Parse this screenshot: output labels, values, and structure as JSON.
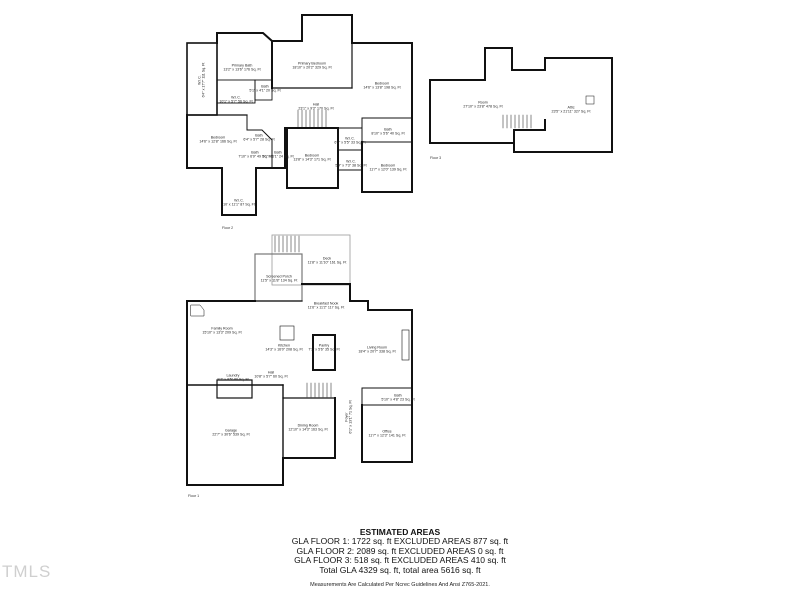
{
  "watermark": "TMLS",
  "floors": [
    {
      "label": "Floor 1",
      "rooms": [
        {
          "name": "Deck",
          "dims": "11'8\" x 11'10\" 161 Sq. Ft"
        },
        {
          "name": "Screened Porch",
          "dims": "11'5\" x 11'8\" 134 Sq. Ft"
        },
        {
          "name": "Breakfast Nook",
          "dims": "11'6\" x 11'2\" 117 Sq. Ft"
        },
        {
          "name": "Family Room",
          "dims": "15'10\" x 13'3\" 209 Sq. Ft"
        },
        {
          "name": "Kitchen",
          "dims": "14'3\" x 16'0\" 208 Sq. Ft"
        },
        {
          "name": "Pantry",
          "dims": "7'1\" x 5'6\" 35 Sq. Ft"
        },
        {
          "name": "Living Room",
          "dims": "18'4\" x 20'7\" 338 Sq. Ft"
        },
        {
          "name": "Laundry",
          "dims": "9'7\" x 8'5\" 80 Sq. Ft"
        },
        {
          "name": "Hall",
          "dims": "10'8\" x 5'7\" 60 Sq. Ft"
        },
        {
          "name": "Garage",
          "dims": "22'7\" x 30'6\" 539 Sq. Ft"
        },
        {
          "name": "Dining Room",
          "dims": "12'10\" x 14'3\" 163 Sq. Ft"
        },
        {
          "name": "Foyer",
          "dims": "6'1\" x 13'1\" 71 Sq. Ft"
        },
        {
          "name": "Bath",
          "dims": "5'10\" x 4'8\" 23 Sq. Ft"
        },
        {
          "name": "Office",
          "dims": "11'7\" x 12'3\" 141 Sq. Ft"
        }
      ]
    },
    {
      "label": "Floor 2",
      "rooms": [
        {
          "name": "W.I.C.",
          "dims": "6'4\" x 17'7\" 111 Sq. Ft"
        },
        {
          "name": "Primary Bath",
          "dims": "13'2\" x 13'6\" 176 Sq. Ft"
        },
        {
          "name": "Primary Bedroom",
          "dims": "18'10\" x 20'2\" 329 Sq. Ft"
        },
        {
          "name": "Bedroom",
          "dims": "14'6\" x 13'8\" 198 Sq. Ft"
        },
        {
          "name": "W.I.C.",
          "dims": "10'1\" x 5'7\" 56 Sq. Ft"
        },
        {
          "name": "Bath",
          "dims": "5'1\" x 4'1\" 20 Sq. Ft"
        },
        {
          "name": "Hall",
          "dims": "23'1\" x 9'3\" 170 Sq. Ft"
        },
        {
          "name": "Bedroom",
          "dims": "14'6\" x 12'8\" 166 Sq. Ft"
        },
        {
          "name": "Bath",
          "dims": "6'4\" x 5'7\" 28 Sq. Ft"
        },
        {
          "name": "Bath",
          "dims": "7'10\" x 6'9\" 49 Sq. Ft"
        },
        {
          "name": "Bath",
          "dims": "5'1\" x 6'1\" 24 Sq. Ft"
        },
        {
          "name": "Bedroom",
          "dims": "13'8\" x 14'3\" 171 Sq. Ft"
        },
        {
          "name": "W.I.C.",
          "dims": "6'3\" x 5'5\" 33 Sq. Ft"
        },
        {
          "name": "Bath",
          "dims": "8'10\" x 5'6\" 40 Sq. Ft"
        },
        {
          "name": "W.I.C.",
          "dims": "5'4\" x 7'3\" 38 Sq. Ft"
        },
        {
          "name": "Bedroom",
          "dims": "11'7\" x 12'0\" 139 Sq. Ft"
        },
        {
          "name": "W.I.C.",
          "dims": "10' x 11'1\" 87 Sq. Ft"
        }
      ]
    },
    {
      "label": "Floor 3",
      "rooms": [
        {
          "name": "Room",
          "dims": "27'10\" x 23'8\" 478 Sq. Ft"
        },
        {
          "name": "Attic",
          "dims": "23'5\" x 21'11\" 327 Sq. Ft"
        }
      ]
    }
  ],
  "estimated_areas": {
    "title": "ESTIMATED AREAS",
    "lines": [
      "GLA FLOOR 1: 1722 sq. ft EXCLUDED AREAS 877 sq. ft",
      "GLA FLOOR 2: 2089 sq. ft EXCLUDED AREAS 0 sq. ft",
      "GLA FLOOR 3: 518 sq. ft EXCLUDED AREAS 410 sq. ft",
      "Total GLA 4329 sq. ft, total area 5616 sq. ft"
    ],
    "note": "Measurements Are Calculated Per Ncrec Guidelines And Ansi Z765-2021."
  }
}
